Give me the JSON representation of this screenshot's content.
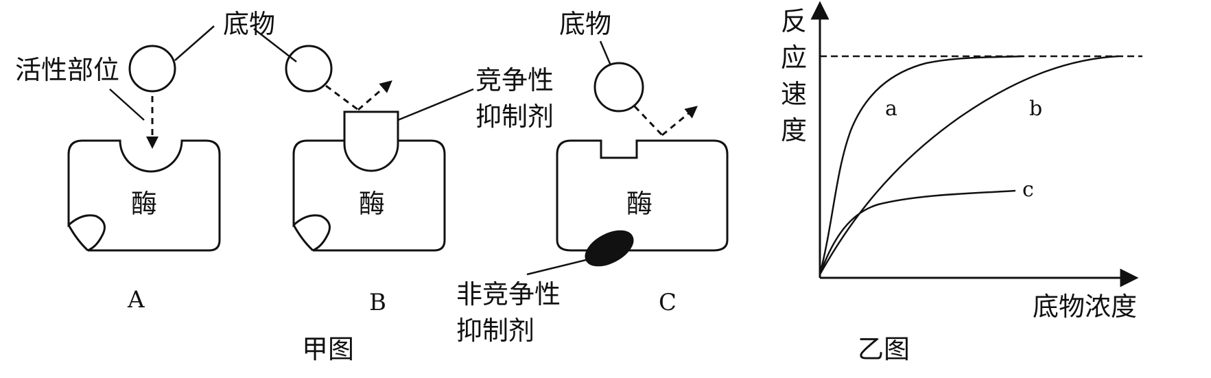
{
  "figure_jia": {
    "caption": "甲图",
    "substrate_label": "底物",
    "active_site_label": "活性部位",
    "enzyme_label": "酶",
    "competitive_inhibitor_line1": "竞争性",
    "competitive_inhibitor_line2": "抑制剂",
    "noncompetitive_inhibitor_line1": "非竞争性",
    "noncompetitive_inhibitor_line2": "抑制剂",
    "panels": [
      "A",
      "B",
      "C"
    ]
  },
  "figure_yi": {
    "caption": "乙图",
    "y_axis_label": [
      "反",
      "应",
      "速",
      "度"
    ],
    "x_axis_label": "底物浓度",
    "curve_labels": [
      "a",
      "b",
      "c"
    ]
  },
  "colors": {
    "ink": "#111111",
    "background": "#ffffff"
  }
}
